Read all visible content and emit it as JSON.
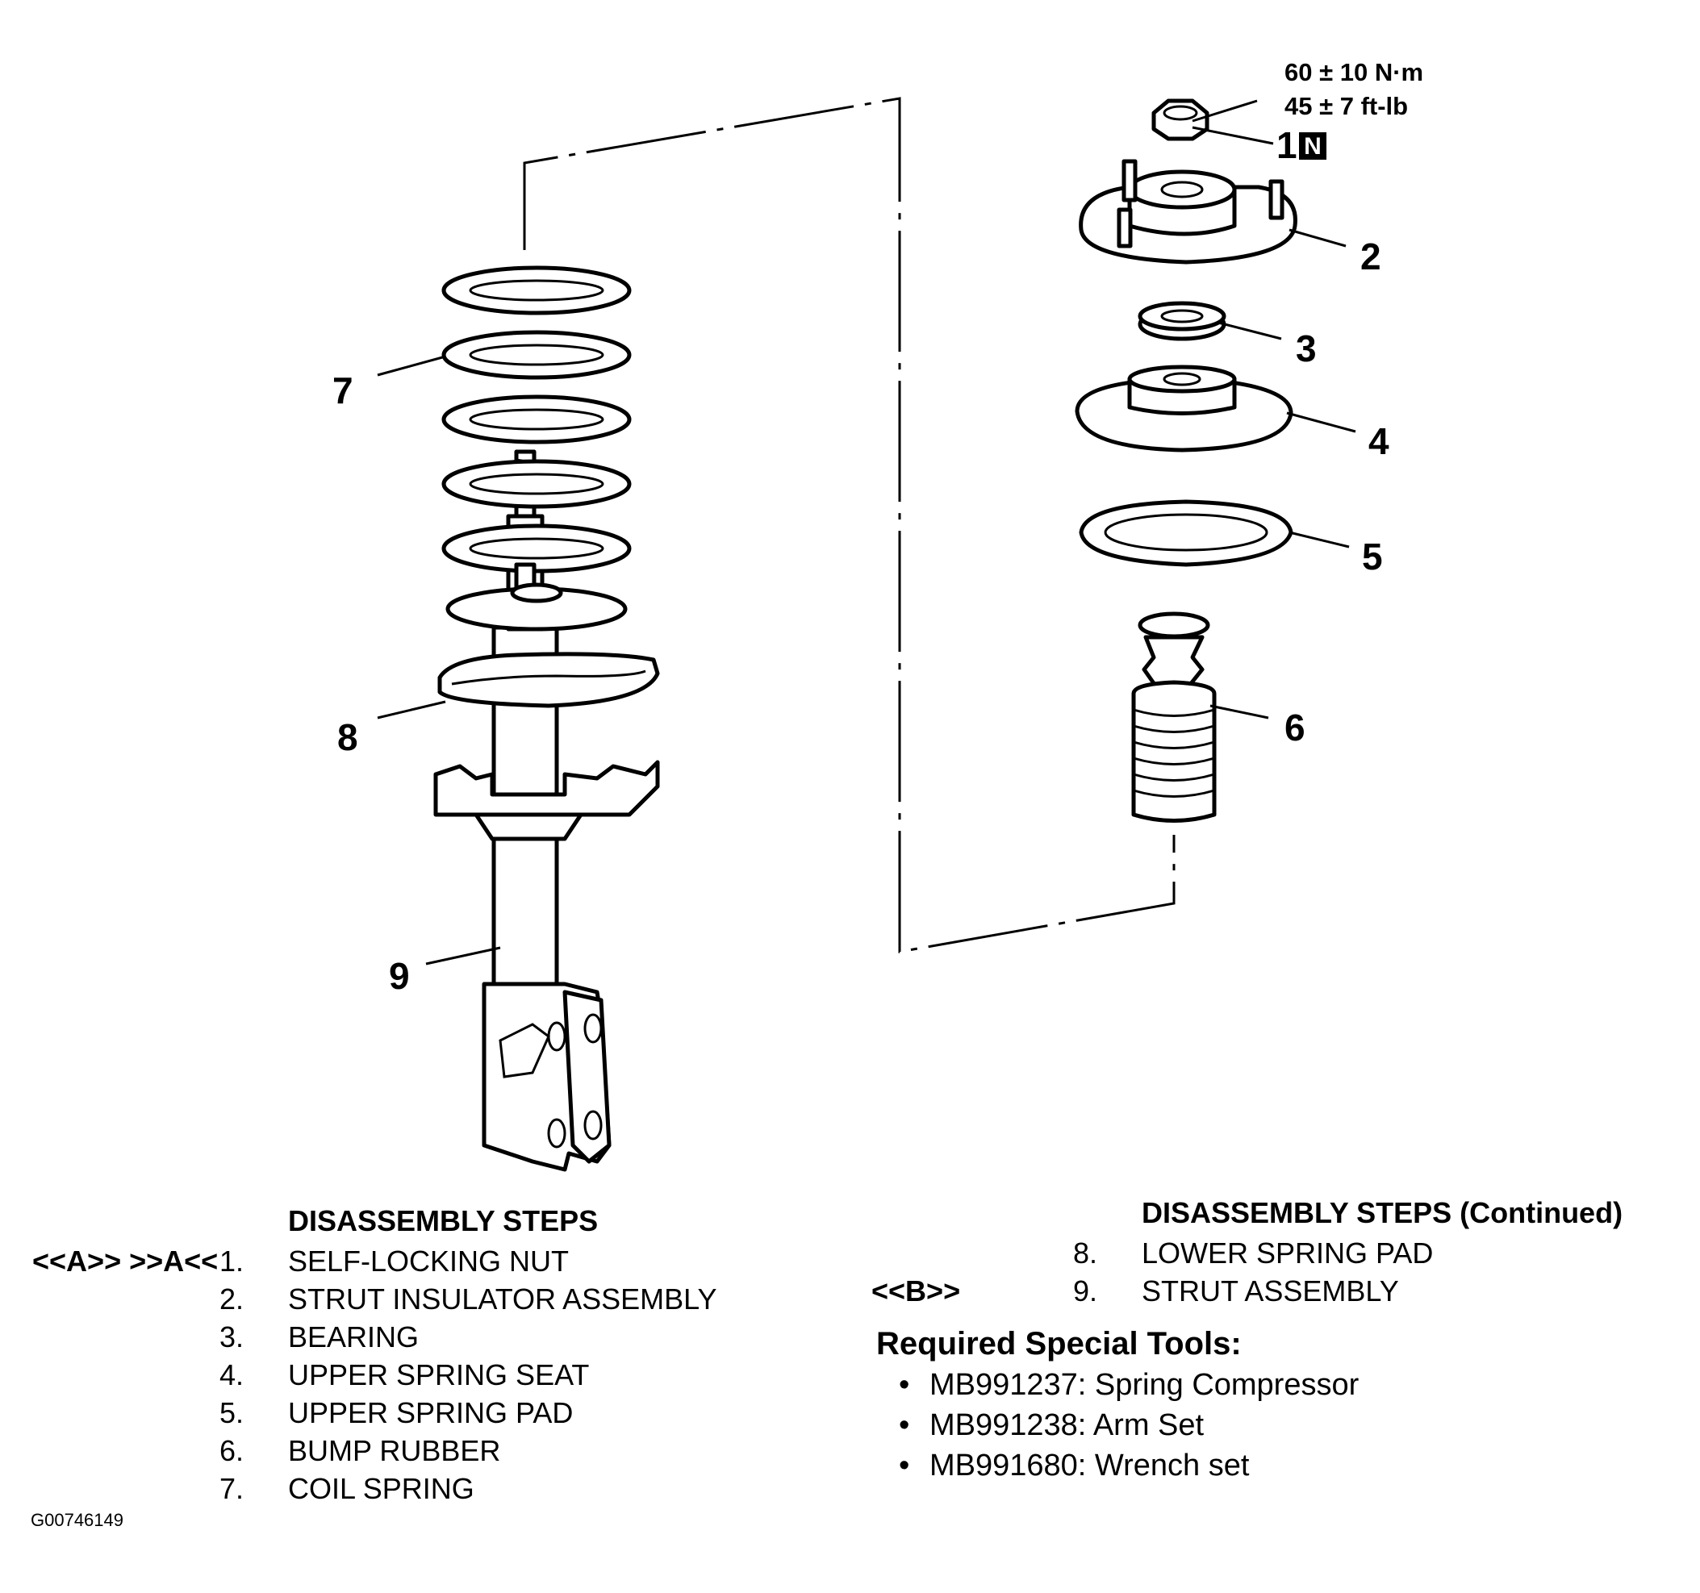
{
  "diagram": {
    "callouts": [
      "1",
      "2",
      "3",
      "4",
      "5",
      "6",
      "7",
      "8",
      "9"
    ],
    "torque": {
      "metric": "60 ± 10 N·m",
      "imperial": "45 ± 7 ft-lb"
    },
    "part1_badge": "N"
  },
  "steps_left": {
    "heading": "DISASSEMBLY STEPS",
    "rows": [
      {
        "code": "<<A>> >>A<<",
        "num": "1.",
        "text": "SELF-LOCKING NUT"
      },
      {
        "code": "",
        "num": "2.",
        "text": "STRUT INSULATOR ASSEMBLY"
      },
      {
        "code": "",
        "num": "3.",
        "text": "BEARING"
      },
      {
        "code": "",
        "num": "4.",
        "text": "UPPER SPRING SEAT"
      },
      {
        "code": "",
        "num": "5.",
        "text": "UPPER SPRING PAD"
      },
      {
        "code": "",
        "num": "6.",
        "text": "BUMP RUBBER"
      },
      {
        "code": "",
        "num": "7.",
        "text": "COIL SPRING"
      }
    ]
  },
  "steps_right": {
    "heading": "DISASSEMBLY STEPS (Continued)",
    "rows": [
      {
        "code": "",
        "num": "8.",
        "text": "LOWER SPRING PAD"
      },
      {
        "code": "<<B>>",
        "num": "9.",
        "text": "STRUT ASSEMBLY"
      }
    ]
  },
  "tools": {
    "title": "Required Special Tools:",
    "bullet": "•",
    "items": [
      "MB991237: Spring Compressor",
      "MB991238: Arm Set",
      "MB991680: Wrench set"
    ]
  },
  "figure_id": "G00746149"
}
